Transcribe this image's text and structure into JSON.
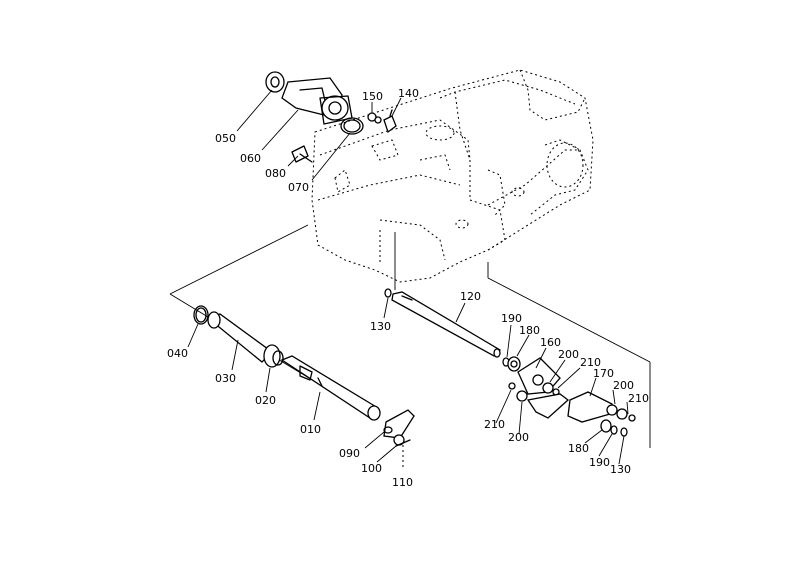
{
  "parts": {
    "p010": "010",
    "p020": "020",
    "p030": "030",
    "p040": "040",
    "p050": "050",
    "p060": "060",
    "p070": "070",
    "p080": "080",
    "p090": "090",
    "p100": "100",
    "p110": "110",
    "p120": "120",
    "p130a": "130",
    "p130b": "130",
    "p140": "140",
    "p150": "150",
    "p160": "160",
    "p170": "170",
    "p180a": "180",
    "p180b": "180",
    "p190a": "190",
    "p190b": "190",
    "p200a": "200",
    "p200b": "200",
    "p200c": "200",
    "p210a": "210",
    "p210b": "210",
    "p210c": "210"
  }
}
